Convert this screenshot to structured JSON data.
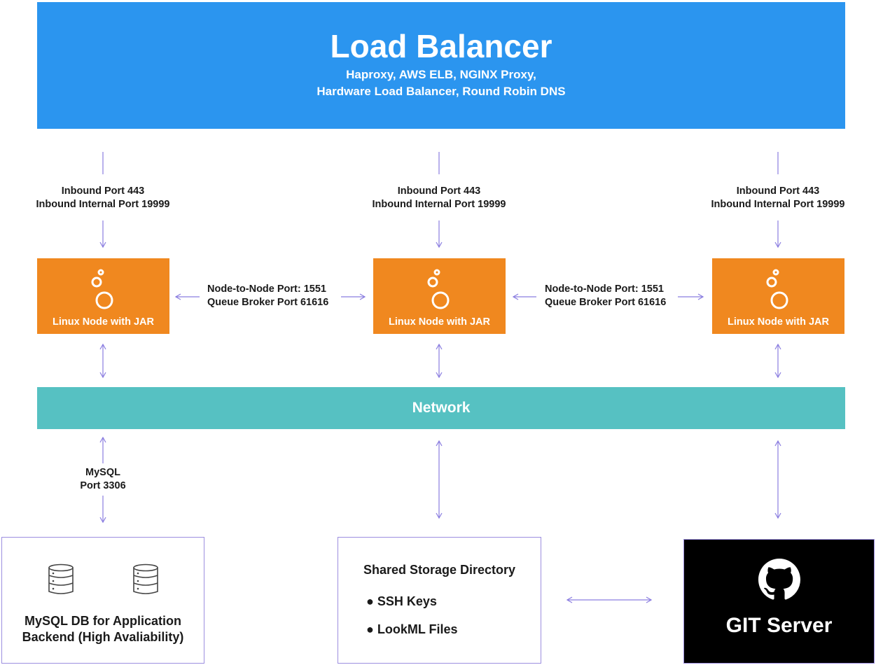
{
  "load_balancer": {
    "title": "Load Balancer",
    "subtitle_line1": "Haproxy, AWS ELB, NGINX Proxy,",
    "subtitle_line2": "Hardware Load Balancer, Round Robin DNS"
  },
  "inbound": [
    {
      "line1": "Inbound Port 443",
      "line2": "Inbound Internal Port 19999"
    },
    {
      "line1": "Inbound Port 443",
      "line2": "Inbound Internal Port 19999"
    },
    {
      "line1": "Inbound Port 443",
      "line2": "Inbound Internal Port 19999"
    }
  ],
  "nodes": [
    {
      "label": "Linux Node with JAR"
    },
    {
      "label": "Linux Node with JAR"
    },
    {
      "label": "Linux Node with JAR"
    }
  ],
  "node_links": [
    {
      "line1": "Node-to-Node Port: 1551",
      "line2": "Queue Broker Port 61616"
    },
    {
      "line1": "Node-to-Node Port: 1551",
      "line2": "Queue Broker Port 61616"
    }
  ],
  "network": {
    "label": "Network"
  },
  "mysql_link": {
    "line1": "MySQL",
    "line2": "Port 3306"
  },
  "db": {
    "label_line1": "MySQL DB for Application",
    "label_line2": "Backend (High Avaliability)"
  },
  "storage": {
    "title": "Shared Storage Directory",
    "items": [
      "SSH Keys",
      "LookML Files"
    ]
  },
  "git": {
    "label": "GIT Server"
  },
  "colors": {
    "load_balancer": "#2b95ef",
    "node": "#f0881f",
    "network": "#56c1c2",
    "connector": "#8a7de0",
    "git": "#000000"
  },
  "icons": [
    "looker-logo-icon",
    "database-icon",
    "github-icon",
    "bullet-icon"
  ]
}
